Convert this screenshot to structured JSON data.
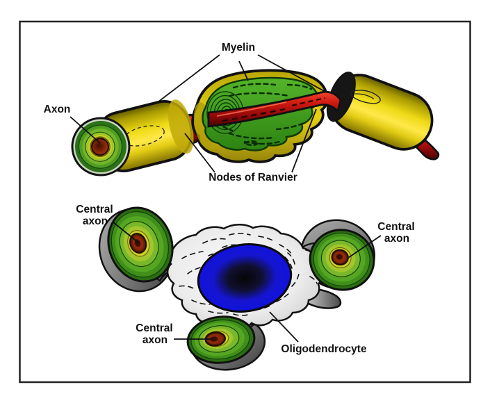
{
  "page": {
    "background_color": "#ffffff",
    "frame_color": "#222222"
  },
  "top_panel": {
    "myelin_label": "Myelin",
    "axon_label": "Axon",
    "nodes_of_ranvier_label": "Nodes of Ranvier",
    "colors": {
      "myelin_sheath_yellow": "#eed90f",
      "myelin_wrap_green": "#3da11c",
      "axon_red": "#c41c10"
    }
  },
  "bottom_panel": {
    "central_axon_line1": "Central",
    "central_axon_line2": "axon",
    "oligodendrocyte_label": "Oligodendrocyte",
    "colors": {
      "cell_body_gray": "#e3e3e3",
      "process_gray": "#6e6e6e",
      "nucleus_blue": "#1414cf",
      "myelin_ring_green": "#3da11c",
      "axon_core_brown": "#7c2306"
    }
  }
}
